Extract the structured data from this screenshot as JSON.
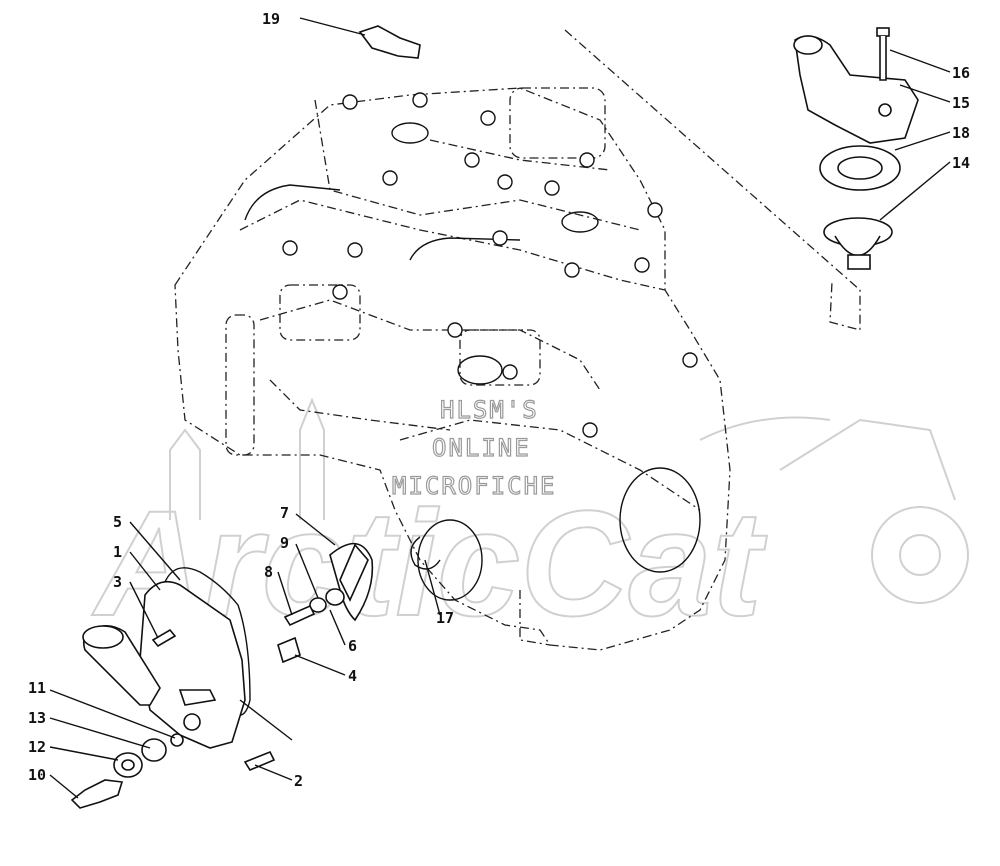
{
  "watermark": {
    "line1": "HLSM'S",
    "line2": "ONLINE",
    "line3": "MICROFICHE",
    "brand": "ArcticCat",
    "color": "#9a9a9a"
  },
  "callouts": [
    {
      "id": "c19",
      "label": "19"
    },
    {
      "id": "c16",
      "label": "16"
    },
    {
      "id": "c15",
      "label": "15"
    },
    {
      "id": "c18",
      "label": "18"
    },
    {
      "id": "c14",
      "label": "14"
    },
    {
      "id": "c7",
      "label": "7"
    },
    {
      "id": "c9",
      "label": "9"
    },
    {
      "id": "c8",
      "label": "8"
    },
    {
      "id": "c5",
      "label": "5"
    },
    {
      "id": "c1",
      "label": "1"
    },
    {
      "id": "c3",
      "label": "3"
    },
    {
      "id": "c6",
      "label": "6"
    },
    {
      "id": "c4",
      "label": "4"
    },
    {
      "id": "c17",
      "label": "17"
    },
    {
      "id": "c11",
      "label": "11"
    },
    {
      "id": "c13",
      "label": "13"
    },
    {
      "id": "c12",
      "label": "12"
    },
    {
      "id": "c10",
      "label": "10"
    },
    {
      "id": "c2",
      "label": "2"
    }
  ]
}
